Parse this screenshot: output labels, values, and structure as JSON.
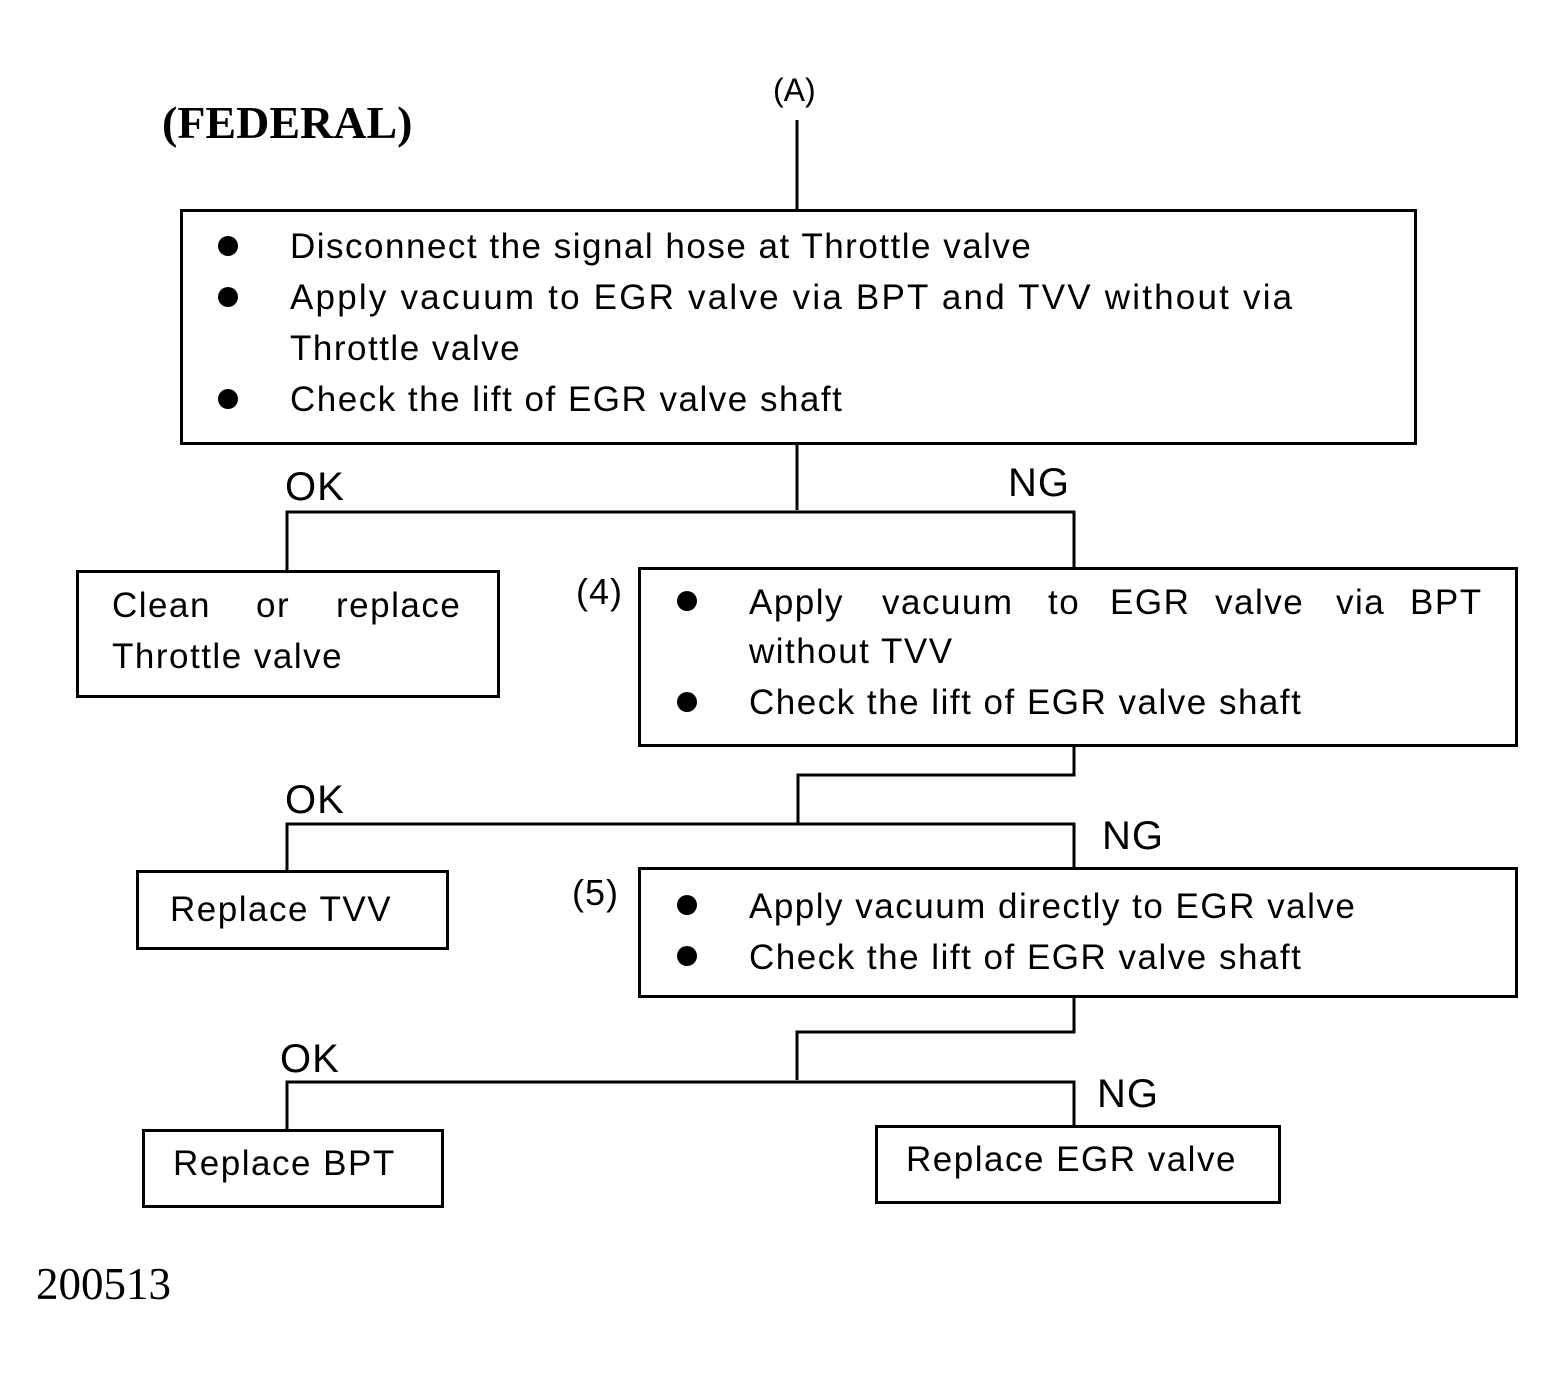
{
  "header": {
    "title": "(FEDERAL)",
    "entry_label": "(A)"
  },
  "step_top": {
    "items": [
      "Disconnect the signal hose at Throttle valve",
      "Apply vacuum to EGR valve via BPT and TVV without via",
      "Throttle valve",
      "Check the lift of EGR valve shaft"
    ]
  },
  "branch1": {
    "ok": "OK",
    "ng": "NG",
    "ok_result": [
      "Clean",
      "or",
      "replace",
      "Throttle valve"
    ]
  },
  "step4": {
    "number": "(4)",
    "items": [
      [
        "Apply",
        "vacuum",
        "to",
        "EGR",
        "valve",
        "via",
        "BPT"
      ],
      "without TVV",
      "Check the lift of EGR valve shaft"
    ]
  },
  "branch2": {
    "ok": "OK",
    "ng": "NG",
    "ok_result": "Replace TVV"
  },
  "step5": {
    "number": "(5)",
    "items": [
      "Apply vacuum directly to EGR valve",
      "Check the lift of EGR valve shaft"
    ]
  },
  "branch3": {
    "ok": "OK",
    "ng": "NG",
    "ok_result": "Replace BPT",
    "ng_result": "Replace EGR valve"
  },
  "figure_id": "200513"
}
